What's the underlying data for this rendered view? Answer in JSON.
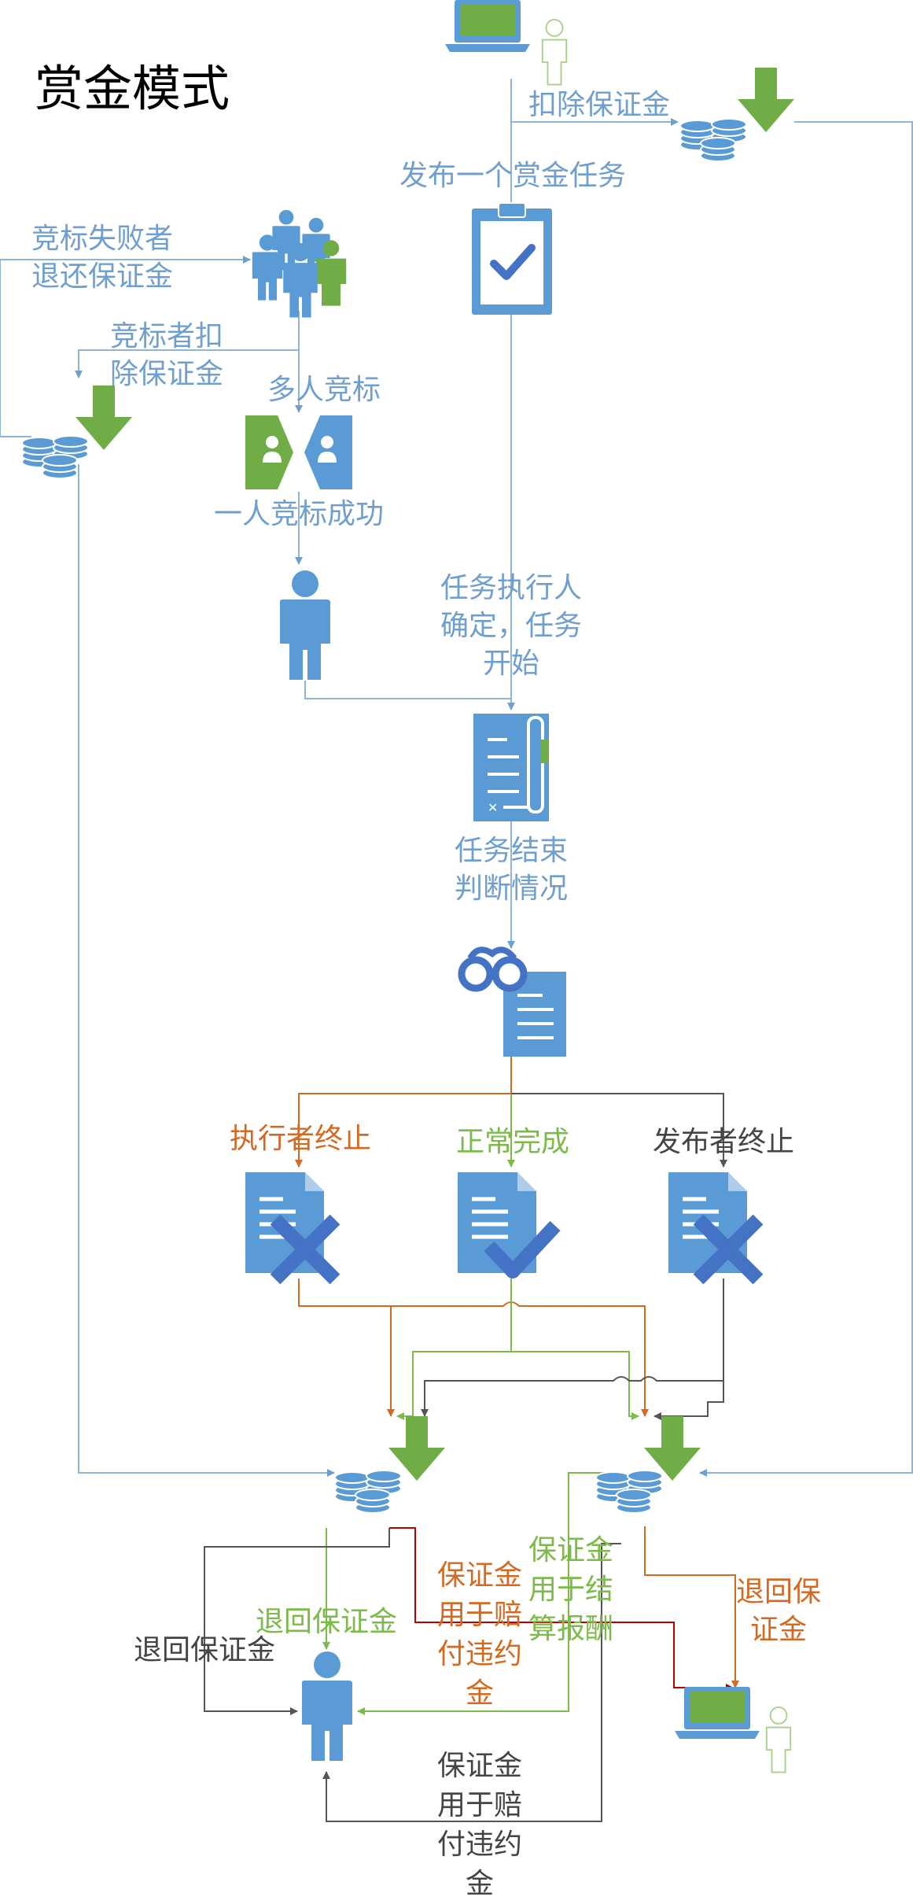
{
  "title": "赏金模式",
  "labels": {
    "deduct_deposit_top": "扣除保证金",
    "publish_task": "发布一个赏金任务",
    "bid_fail_refund": "竞标失败者\n退还保证金",
    "bidder_deduct": "竞标者扣\n除保证金",
    "multi_bid": "多人竞标",
    "one_bid_success": "一人竞标成功",
    "executor_confirmed": "任务执行人\n确定，任务\n开始",
    "task_end_judge": "任务结束\n判断情况",
    "executor_terminate": "执行者终止",
    "normal_complete": "正常完成",
    "publisher_terminate": "发布者终止",
    "refund_deposit_green": "退回保证金",
    "refund_deposit_gray": "退回保证金",
    "compensate_orange": "保证金\n用于赔\n付违约\n金",
    "settle_reward": "保证金\n用于结\n算报酬",
    "refund_deposit_orange": "退回保\n证金",
    "compensate_gray": "保证金\n用于赔\n付违约\n金"
  },
  "colors": {
    "icon_blue": "#5b9bd5",
    "icon_dark_blue": "#4472c4",
    "icon_green": "#70ad47",
    "line_blue": "#8fb4dc",
    "line_orange": "#d46a22",
    "line_green": "#7cba4a",
    "line_gray": "#555555",
    "line_red": "#c00000"
  }
}
